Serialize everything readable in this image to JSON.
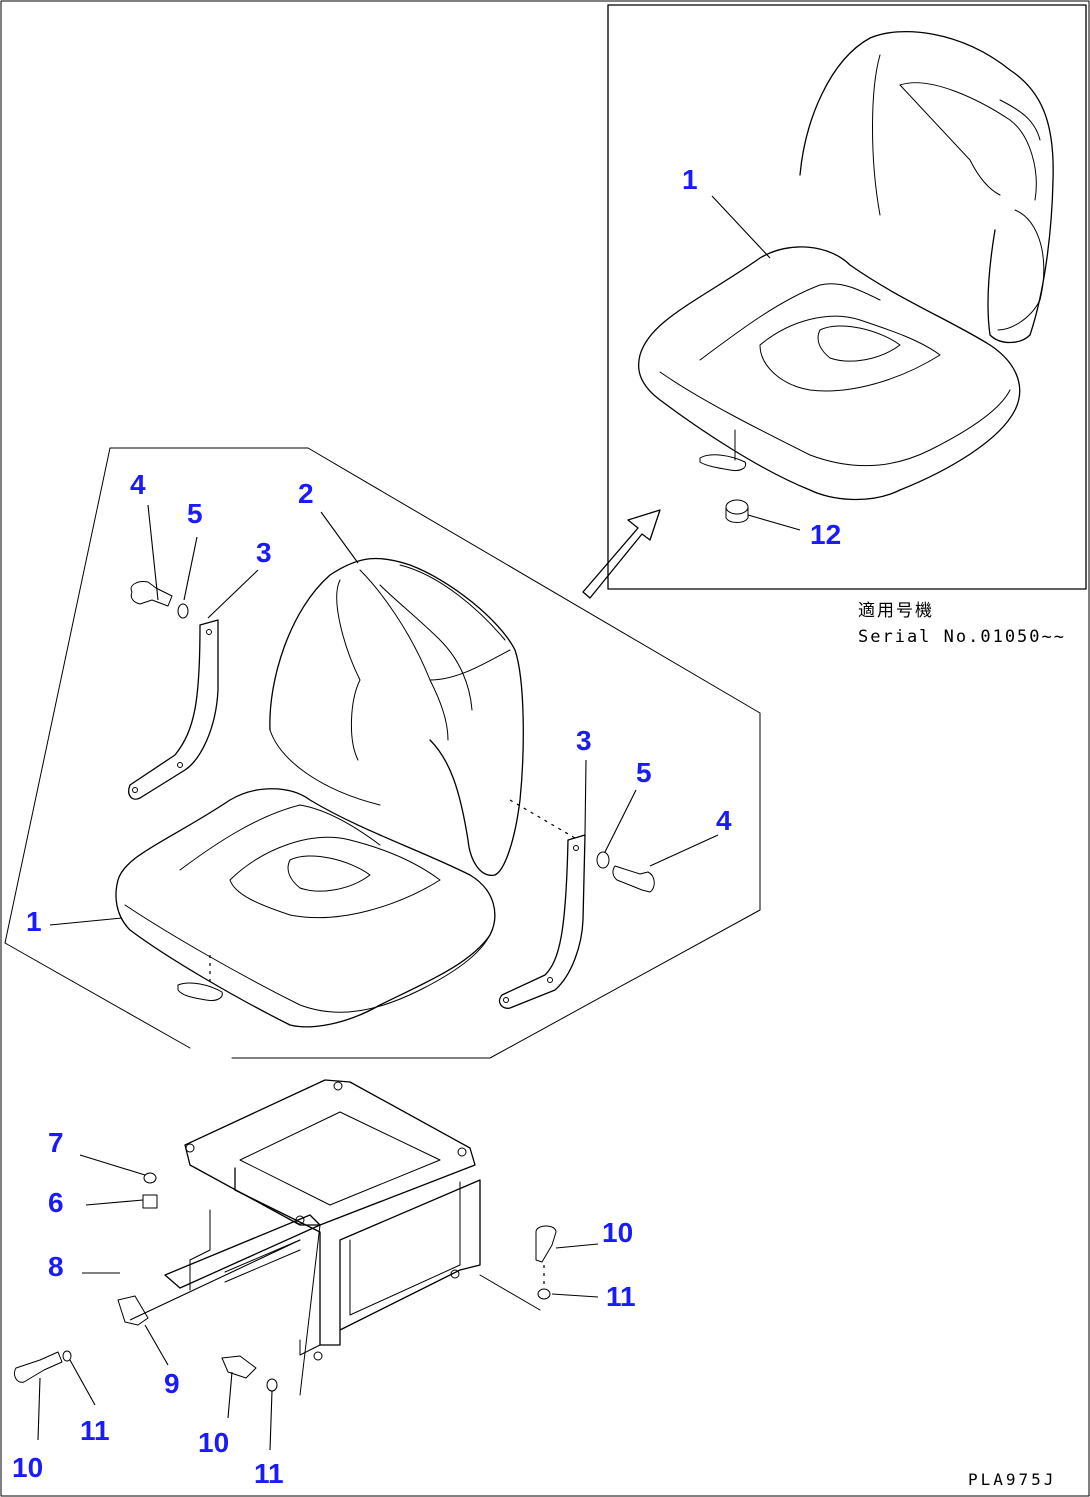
{
  "callouts": {
    "inset_1": "1",
    "inset_12": "12",
    "seat_1": "1",
    "seat_2": "2",
    "left_3": "3",
    "left_4": "4",
    "left_5": "5",
    "right_3": "3",
    "right_4": "4",
    "right_5": "5",
    "base_6": "6",
    "base_7": "7",
    "base_8": "8",
    "base_9": "9",
    "base_10_right": "10",
    "base_11_right": "11",
    "base_10_left": "10",
    "base_11_left": "11",
    "base_10_mid": "10",
    "base_11_mid": "11"
  },
  "inset_note": {
    "line1": "適用号機",
    "line2": "Serial No.01050~~"
  },
  "drawing_code": "PLA975J"
}
